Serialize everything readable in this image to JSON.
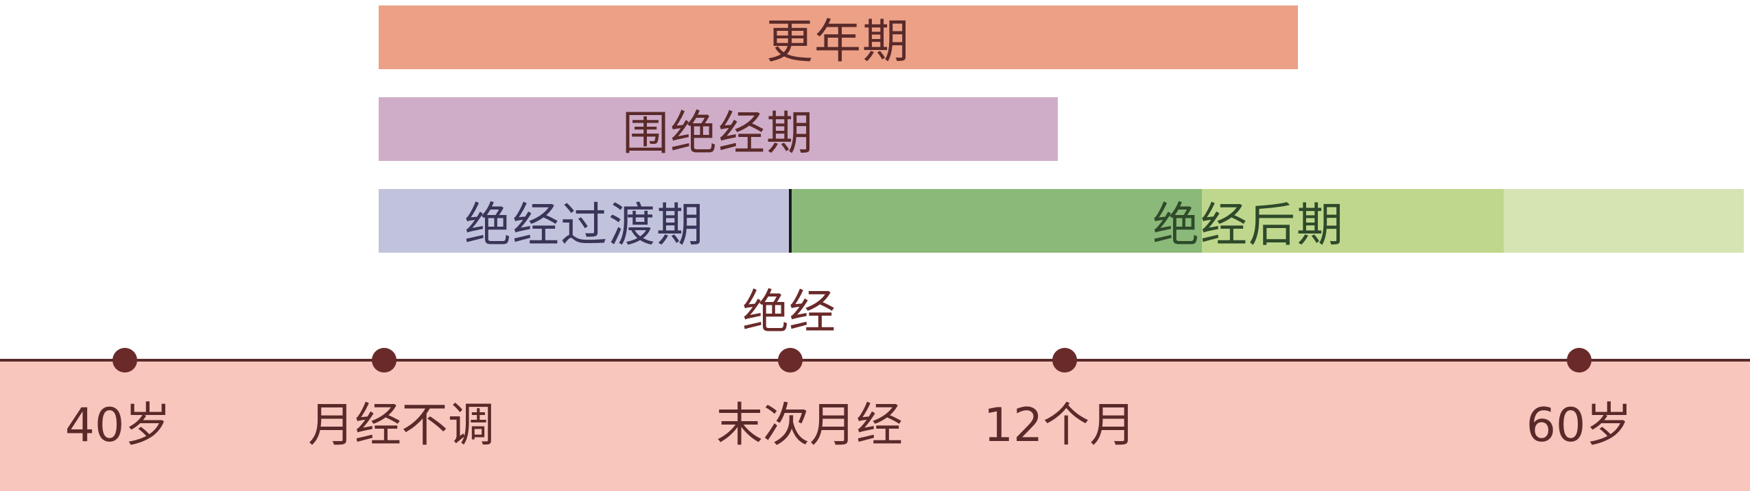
{
  "bars": {
    "menopause_period": "更年期",
    "perimenopause": "围绝经期",
    "transition": "绝经过渡期",
    "postmenopause": "绝经后期"
  },
  "marker": {
    "menopause": "绝经"
  },
  "timeline": {
    "points": [
      {
        "label": "40岁"
      },
      {
        "label": "月经不调"
      },
      {
        "label": "末次月经"
      },
      {
        "label": "12个月"
      },
      {
        "label": "60岁"
      }
    ]
  },
  "colors": {
    "menopause_period": "#eca086",
    "perimenopause": "#cfadc8",
    "transition": "#c1c3dd",
    "postmenopause_early": "#8bb979",
    "postmenopause_mid": "#bfd78c",
    "postmenopause_late": "#d6e4b3",
    "axis_band": "#f8c6bd",
    "axis_line": "#5a2a2a"
  }
}
